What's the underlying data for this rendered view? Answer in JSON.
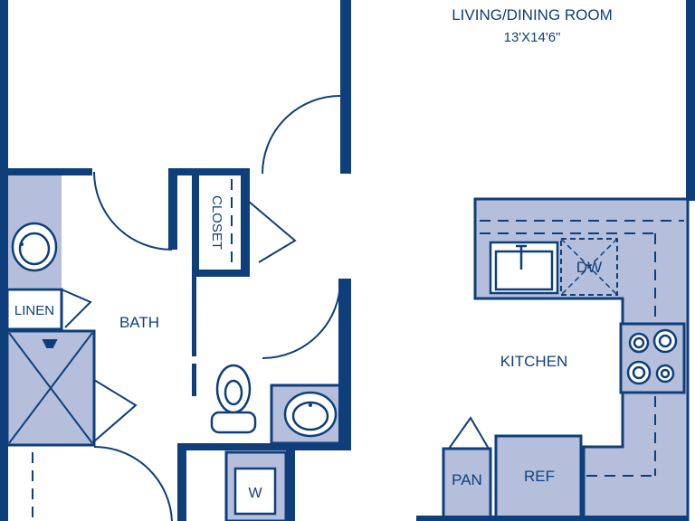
{
  "colors": {
    "wall": "#0e3f7a",
    "fixture_fill": "#b5bfdc",
    "background": "#ffffff"
  },
  "rooms": {
    "living_dining": {
      "name": "LIVING/DINING ROOM",
      "dimensions": "13'X14'6\""
    },
    "kitchen": {
      "name": "KITCHEN"
    },
    "bath": {
      "name": "BATH"
    },
    "closet": {
      "name": "CLOSET"
    },
    "linen": {
      "name": "LINEN"
    }
  },
  "fixtures": {
    "dishwasher": "DW",
    "pantry": "PAN",
    "refrigerator": "REF",
    "washer": "W"
  }
}
